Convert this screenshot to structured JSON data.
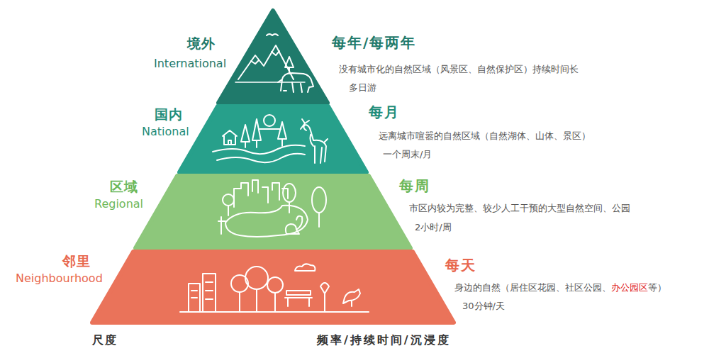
{
  "diagram": {
    "nodes": [
      {
        "text": [
          "境外",
          "International",
          "每年/每两年",
          "没有城市化的自然区域（风景区、自然保护区）持续时间长",
          "多日游"
        ]
      },
      {
        "text": [
          "国内",
          "National",
          "每月",
          "远离城市喧嚣的自然区域（自然湖体、山体、景区）",
          "一个周末/月"
        ]
      },
      {
        "text": [
          "区域",
          "Regional",
          "每周",
          "市区内较为完整、较少人工干预的大型自然空间、公园",
          "2小时/周"
        ]
      },
      {
        "text": [
          "邻里",
          "Neighbourhood",
          "每天",
          "身边的自然（居住区花园、社区公园、",
          "办公园区",
          "等）",
          "30分钟/天"
        ]
      }
    ],
    "labels": [
      "尺度",
      "频率/持续时间/沉浸度"
    ]
  }
}
